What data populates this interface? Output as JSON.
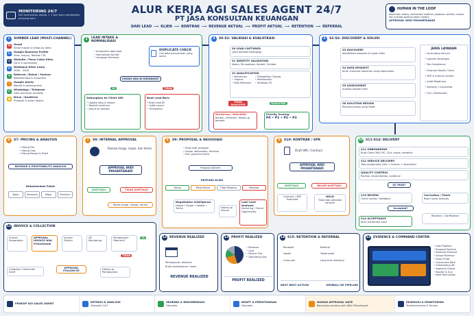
{
  "header": {
    "title": "ALUR KERJA AGI SALES AGENT 24/7",
    "subtitle": "PT JASA KONSULTAN KEUANGAN",
    "flow": [
      "DARI LEAD",
      "KLIEN",
      "KONTRAK",
      "REVENUE AKTUAL",
      "PROFIT AKTUAL",
      "RETENTION",
      "REFERRAL"
    ]
  },
  "monitoring": {
    "title": "MONITORING 24/7",
    "desc": "AGI memantau setiap + 1 jam dan mendeteksi peluang baru"
  },
  "hitl": {
    "title": "HUMAN IN THE LOOP",
    "desc": "Keputusan utama, komunikasi material, proposal, kontrak, invoice, dan prioritas penting selalu melalui",
    "approval": "APPROVAL WIDI PRIHARTANADI"
  },
  "s1": {
    "num": "1",
    "title": "SUMBER LEAD (MULTI-CHANNEL)",
    "items": [
      {
        "t": "Gmail",
        "d": "Email masuk & follow-up lama"
      },
      {
        "t": "Google Business Profile",
        "d": "View, Inquiry, Review CTA"
      },
      {
        "t": "Website / Form Calon Klien",
        "d": "Form & submission"
      },
      {
        "t": "Database Klien Lama",
        "d": "2009 - 2026"
      },
      {
        "t": "Referral / Relasi / Partner",
        "d": "Rekomendasi & introduksi"
      },
      {
        "t": "Google Alerts",
        "d": "Market & peluang baru"
      },
      {
        "t": "WhatsApp / Telegram",
        "d": "Lifta connector tersedia"
      },
      {
        "t": "Drive / OneDrive",
        "d": "Proposal & arsip historis"
      }
    ]
  },
  "s2": {
    "num": "2",
    "title": "LEAD INTAKE & NORMALISASI",
    "items": [
      "Kumpulkan data lead",
      "Normalisasi format",
      "Lengkapi informasi"
    ],
    "dup_title": "DUPLICATE CHECK",
    "dup_desc": "Cek data perusahaan yang sama",
    "question": "SUDAH ADA DI DATABASE?",
    "ya": "YA",
    "tidak": "TIDAK",
    "ya_box_title": "Gabungkan ke Client 360",
    "ya_box_items": [
      "Update data & history",
      "Tambah evidence",
      "Lanjut ke validasi"
    ],
    "tidak_box_title": "Buat Lead Baru",
    "tidak_box_items": [
      "Buat Lead ID",
      "Catat source",
      "Timestamp"
    ]
  },
  "s4": {
    "num": "4",
    "title": "S0-S2: VALIDASI & KUALIFIKASI",
    "s0_title": "S0 LEAD CAPTURED",
    "s0_desc": "Lead berhasil ditangkap",
    "s1_title": "S1 IDENTITY VALIDATION",
    "s1_desc": "Nama, Perusahaan, Kontak, Sumber",
    "s2_title": "S2 QUALIFICATION",
    "s2_col1": [
      "Kebutuhan",
      "Urgensi",
      "Nilai Potensial"
    ],
    "s2_col2": [
      "Probabilitas Closing",
      "Relationship",
      "Strategic Fit"
    ],
    "tq": "TIDAK QUALIFIED",
    "q": "QUALIFIED",
    "nurt_title": "Nurturing / Watchlist",
    "nurt_desc": "Konten, reminder, follow-up berkala",
    "prio_title": "Priority Scoring",
    "prio_desc": "P0 • P1 • P2 • P3"
  },
  "s5": {
    "num": "5",
    "title": "S3-S6: DISCOVERY & SOLUSI",
    "items": [
      {
        "t": "S3 DISCOVERY",
        "d": "Identifikasi masalah & tujuan klien"
      },
      {
        "t": "S4 DATA REQUEST",
        "d": "Kirim checklist dokumen yang dibutuhkan"
      },
      {
        "t": "S5 ASSESSMENT",
        "d": "Analisis kondisi klien"
      },
      {
        "t": "S6 SOLUTION DESIGN",
        "d": "Rancang solusi yang tepat"
      }
    ],
    "services_title": "JENIS LAYANAN",
    "services": [
      "Accounting Service",
      "Laporan Keuangan",
      "Tax Compliance",
      "Financial Health Check",
      "SOP & Internal Control",
      "Audit Readiness",
      "Advisory / Consulting",
      "OLS / Dashboard"
    ]
  },
  "s7": {
    "num": "6",
    "title": "S7: PRICING & ANALYSIS",
    "items": [
      "Hitung Fee",
      "Hitung Cost",
      "Hitung Margin & Profit"
    ],
    "rev": "REVENUE & PROFITABILITY ANALYSIS",
    "rekom": "Rekomendasi Paket",
    "paket": [
      "Basic",
      "Ekonomis",
      "Major",
      "Premium"
    ]
  },
  "s8": {
    "num": "7",
    "title": "S8: INTERNAL APPROVAL",
    "review": "Review harga, scope, dan terms",
    "approval": "APPROVAL WIDI PRIHARTANADI",
    "setuju": "DISETUJUI",
    "tidak": "TIDAK DISETUJUI",
    "revisi": "Revisi scope / harga / terms"
  },
  "s9": {
    "num": "8",
    "title": "S9: PROPOSAL & NEGOSIASI",
    "items": [
      "Buat draft proposal",
      "Scope, deliverable, timeline",
      "Fee, payment terms"
    ],
    "sent": "Proposal Dikirim",
    "respons": "RESPONS KLIEN",
    "opts": [
      "Setuju",
      "Minta Revisi",
      "Tidak Respons",
      "Menolak"
    ],
    "ni_title": "Negotiation Intelligence",
    "ni_desc": "Harga • Scope • Jadwal • Terms",
    "follow": "Follow-up Sesuai",
    "lost_title": "Lost Lead Analysis",
    "lost_desc": "Nurturing / Future Opportunity"
  },
  "s10": {
    "num": "9",
    "title": "S10: KONTRAK / SPK",
    "draft": "Draft SPK / Contract",
    "approval": "APPROVAL WIDI PRIHARTANADI",
    "setuju": "DISETUJUI",
    "belum": "BELUM DISETUJUI",
    "contract": "Contract / SPK Executed",
    "hold": "HOLD",
    "hold_desc": "Tidak ada aktivitas kontrak"
  },
  "s11": {
    "num": "10",
    "title": "S11-S14: DELIVERY",
    "items": [
      {
        "t": "S11 ONBOARDING",
        "d": "Buat Client 360, PIC, SLA, scope, deadline"
      },
      {
        "t": "S12 SERVICE DELIVERY",
        "d": "Task assignment (AGI + Human + Specialist)"
      },
      {
        "t": "QUALITY CONTROL",
        "d": "Review, reconciliation, evidence"
      }
    ],
    "qc": "QC PASS?",
    "s13": "S13 REVIEW",
    "s13d": "Client review / feedback",
    "corr": "Correction / Patch",
    "corrd": "Root Cause Analysis",
    "acc": "Accepted?",
    "rev": "Revision / Clarification",
    "s14": "S14 ACCEPTANCE",
    "s14d": "Klien menerima hasil"
  },
  "invoice": {
    "num": "11",
    "title": "INVOICE & COLLECTION",
    "steps": [
      "Invoice Preparation",
      "APPROVAL INVOICE Widi Prihartanadi",
      "Invoice Dikirim",
      "AR Monitoring",
      "Pembayaran Diterima?"
    ],
    "ya": "YA",
    "tidak": "TIDAK",
    "collection": "Collection / Reminder Draft",
    "follow": "APPROVAL FOLLOW-UP",
    "followp": "Follow-up Pembayaran"
  },
  "s12": {
    "num": "12",
    "title": "REVENUE REALIZED",
    "desc1": "Pembayaran diterima",
    "desc2": "Bukti pembayaran / bank",
    "footer": "REVENUE REALIZED"
  },
  "s13": {
    "num": "13",
    "title": "PROFIT REALIZED",
    "legend": [
      "Revenue",
      "Cost",
      "Partner Fee",
      "Operating Cost"
    ],
    "footer": "PROFIT REALIZED"
  },
  "s15": {
    "num": "14",
    "title": "S15: RETENTION & REFERRAL",
    "items": [
      "Renewal",
      "Referral",
      "Upsell",
      "Testimonial",
      "Cross-sell",
      "Long-term Advisory"
    ],
    "next": "NEXT BEST ACTION",
    "loop": "KEMBALI KE PIPELINE"
  },
  "evidence": {
    "num": "15",
    "title": "EVIDENCE & COMMAND CENTER",
    "items": [
      "Lead Pipeline",
      "Proposal Pipeline",
      "Revenue Forecast",
      "Actual Revenue",
      "Gross Profit",
      "Conversion Rate",
      "Outstanding AR",
      "Approval Queue",
      "Blocker & SLA",
      "Next Best Action"
    ]
  },
  "footer": [
    {
      "t": "PRINSIP AGI SALES AGENT",
      "d": ""
    },
    {
      "t": "DETEKSI & ANALISIS",
      "d": "Otomatis 24/7"
    },
    {
      "t": "SKORING & REKOMENDASI",
      "d": "Otomatis"
    },
    {
      "t": "DRAFT & PERHITUNGAN",
      "d": "Otomatis"
    },
    {
      "t": "HUMAN APPROVAL GATE",
      "d": "Keputusan penting oleh Widi Prihartanadi"
    },
    {
      "t": "EKSEKUSI & MONITORING",
      "d": "Terdokumentasi & Terukur"
    }
  ],
  "colors": {
    "navy": "#1d3566",
    "blue": "#2a6fd6",
    "green": "#2f9e56",
    "orange": "#e88a1a",
    "red": "#d63b3b"
  }
}
